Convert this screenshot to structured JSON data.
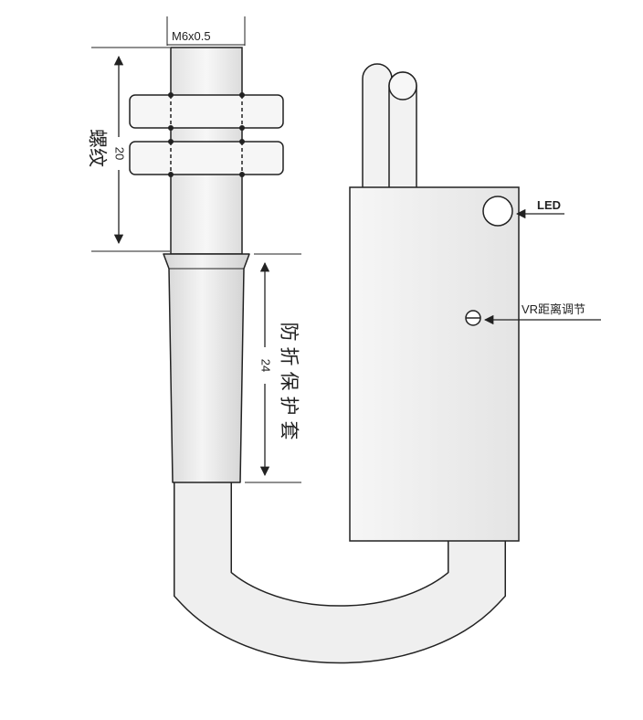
{
  "labels": {
    "thread_size": "M6x0.5",
    "thread_length": "20",
    "thread_caption": "螺纹",
    "sleeve_length": "24",
    "sleeve_caption": "防折保护套",
    "led": "LED",
    "vr": "VR距离调节"
  },
  "colors": {
    "outline": "#222222",
    "fill_light": "#f2f2f2",
    "fill_mid": "#e6e6e6",
    "cable": "#eeeeee"
  }
}
